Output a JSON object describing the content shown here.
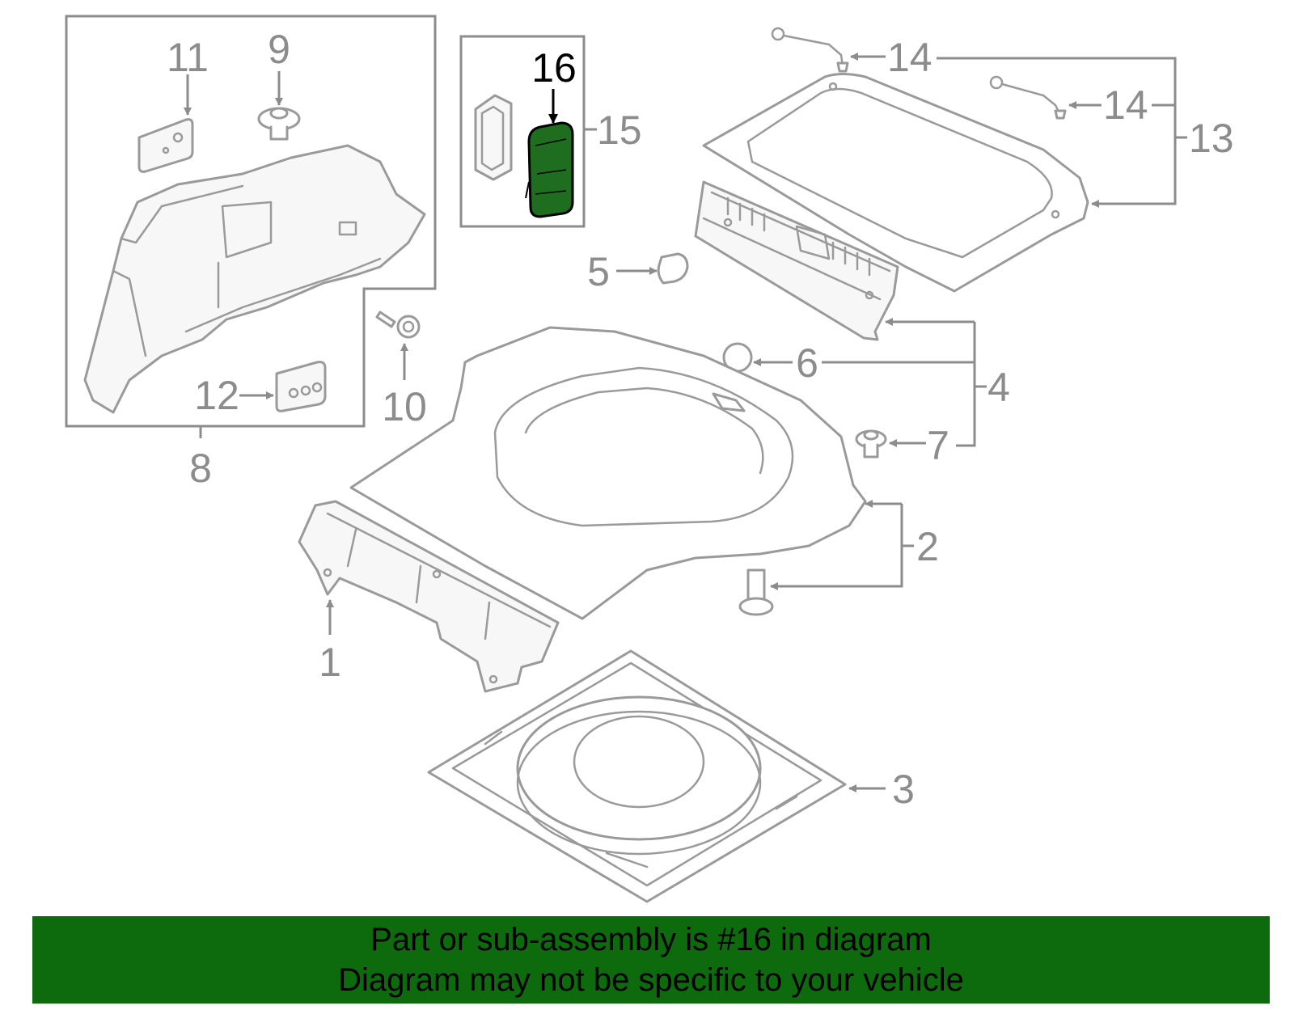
{
  "callouts": {
    "c1": "1",
    "c2": "2",
    "c3": "3",
    "c4": "4",
    "c5": "5",
    "c6": "6",
    "c7": "7",
    "c8": "8",
    "c9": "9",
    "c10": "10",
    "c11": "11",
    "c12": "12",
    "c13": "13",
    "c14a": "14",
    "c14b": "14",
    "c15": "15",
    "c16": "16"
  },
  "banner": {
    "line1": "Part or sub-assembly is #16 in diagram",
    "line2": "Diagram may not be specific to your vehicle"
  },
  "colors": {
    "banner_bg": "#0d6b0d",
    "banner_text": "#000000",
    "highlight_part": "#1f6e1f",
    "line_gray": "#9a9a9a",
    "callout_gray": "#8c8c8c"
  }
}
